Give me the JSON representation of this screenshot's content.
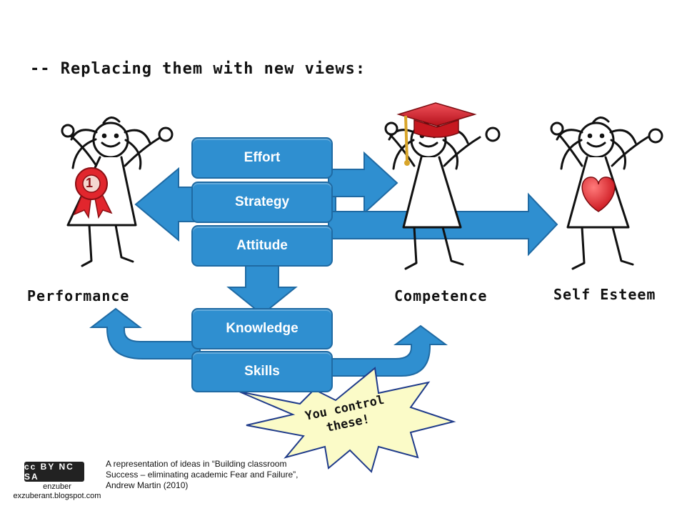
{
  "title": "-- Replacing them with new views:",
  "boxes": {
    "effort": "Effort",
    "strategy": "Strategy",
    "attitude": "Attitude",
    "knowledge": "Knowledge",
    "skills": "Skills"
  },
  "figures": {
    "performance": "Performance",
    "competence": "Competence",
    "self_esteem": "Self Esteem"
  },
  "burst": {
    "line1": "You control",
    "line2": "these!"
  },
  "ribbon_number": "1",
  "license": {
    "badge_text": "cc BY NC SA",
    "author": "enzuber",
    "site": "exzuberant.blogspot.com"
  },
  "caption": "A representation of ideas in “Building classroom Success – eliminating academic Fear and Failure”, Andrew Martin (2010)",
  "colors": {
    "arrow_blue": "#2f8fd0",
    "arrow_outline": "#1f6aa3",
    "burst_fill": "#fbfbc8",
    "ribbon_red": "#e1262d",
    "cap_red": "#d8202a",
    "heart_red": "#e0161e"
  }
}
